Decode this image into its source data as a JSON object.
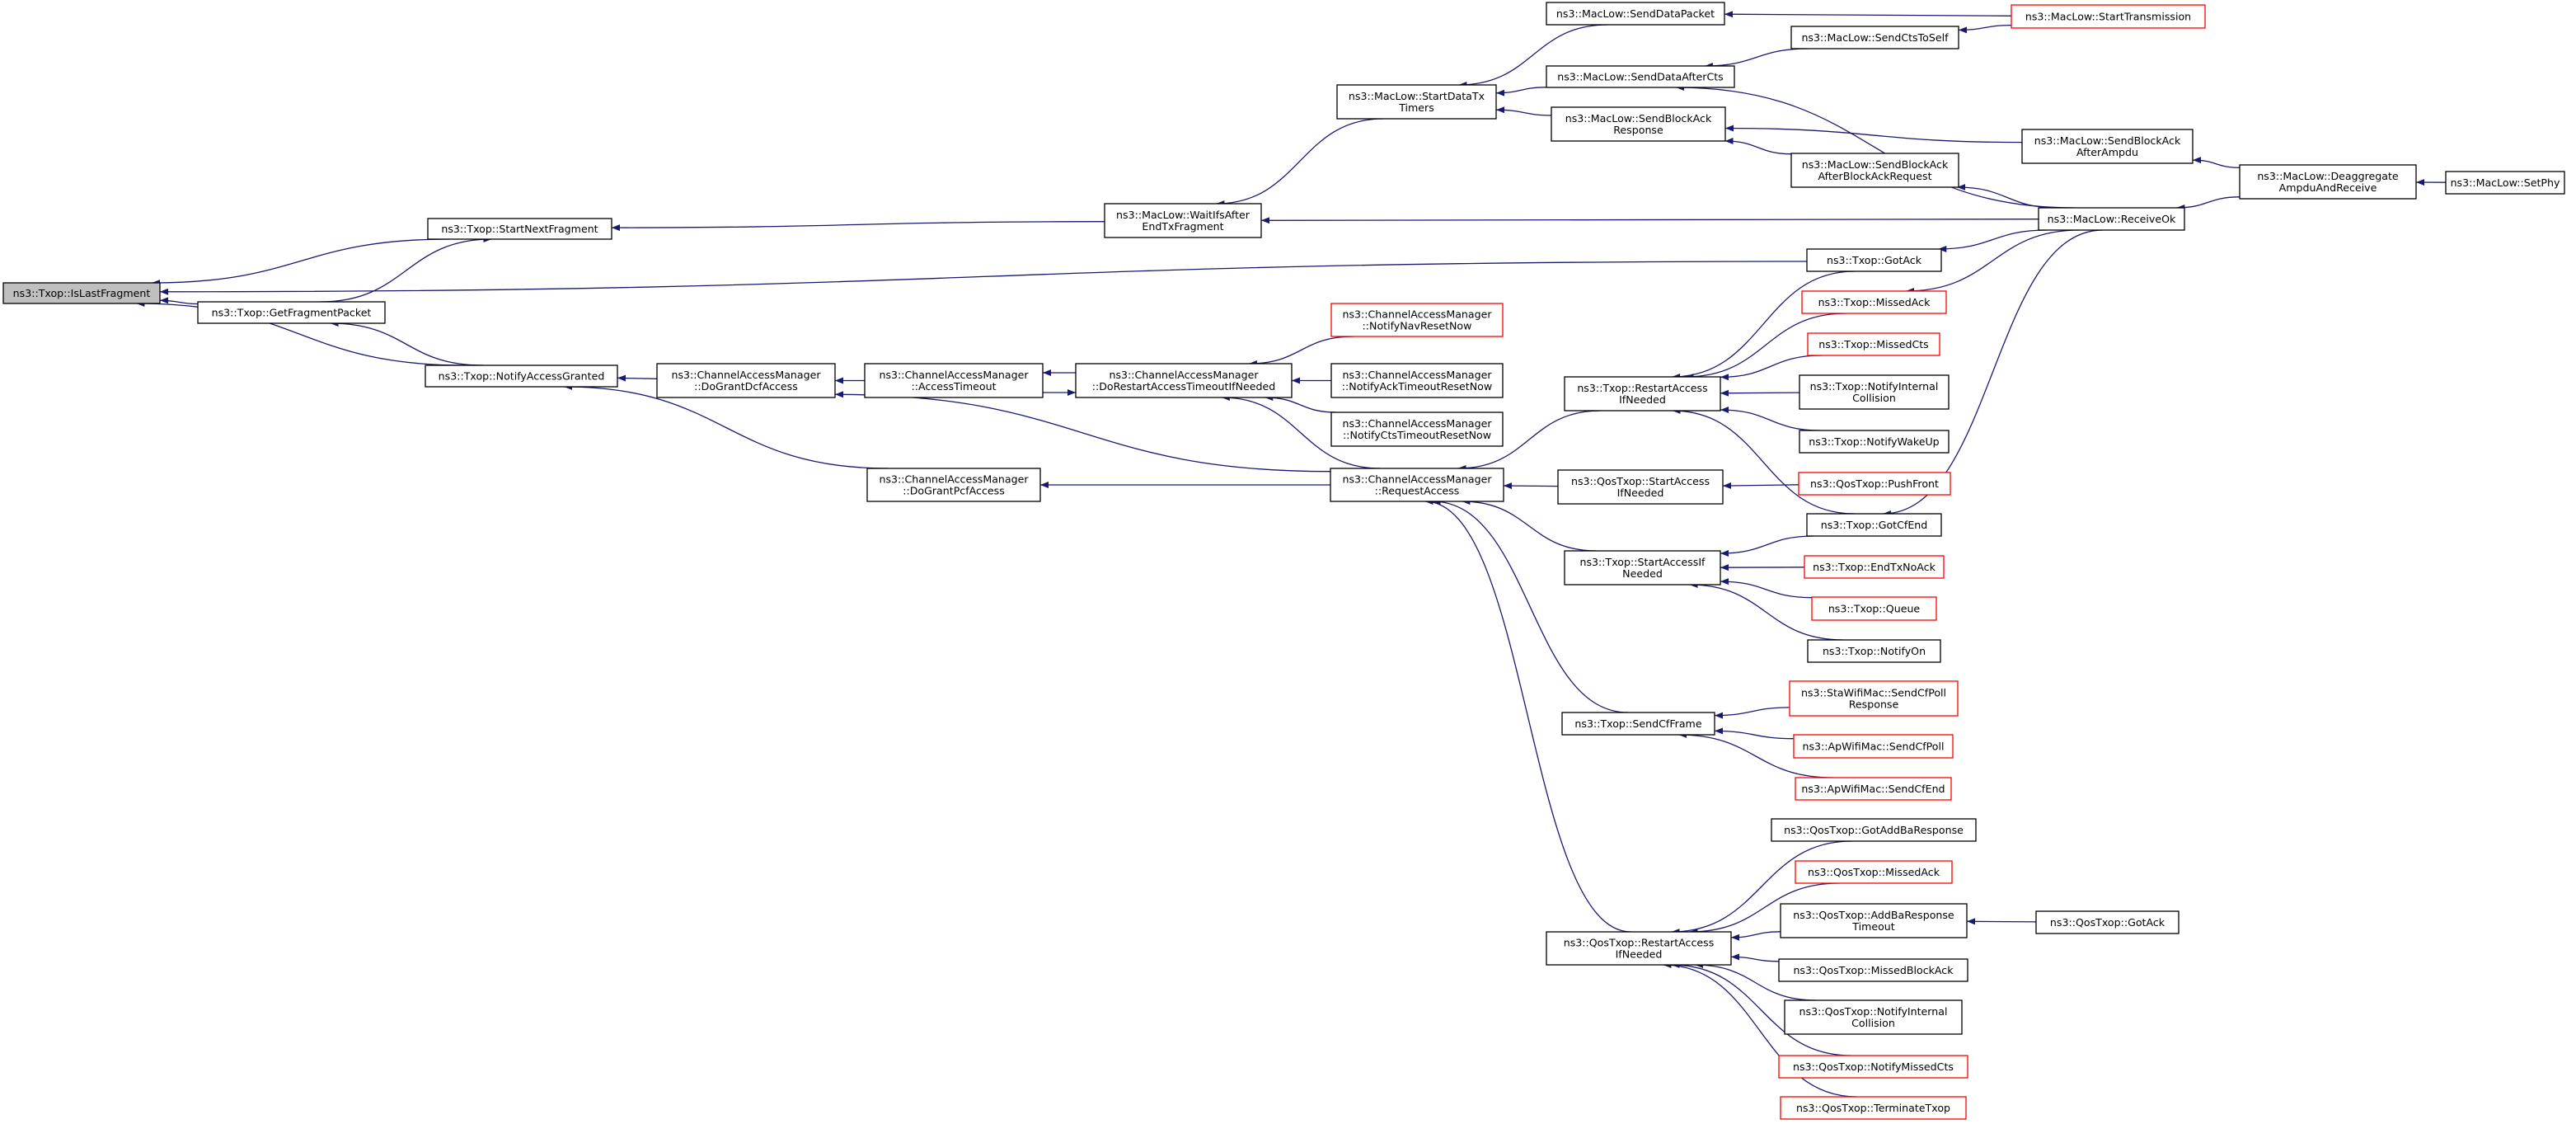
{
  "graph": {
    "kind": "caller-graph",
    "root": "n0",
    "colors": {
      "edge": "#191970",
      "root_fill": "#bfbfbf",
      "node_border": "#000000",
      "truncated_border": "#ff0000",
      "node_fill": "#ffffff"
    },
    "nodes": [
      {
        "id": "n0",
        "lines": [
          "ns3::Txop::IsLastFragment"
        ],
        "root": true,
        "truncated": false
      },
      {
        "id": "n1",
        "lines": [
          "ns3::Txop::StartNextFragment"
        ],
        "truncated": false
      },
      {
        "id": "n2",
        "lines": [
          "ns3::Txop::GetFragmentPacket"
        ],
        "truncated": false
      },
      {
        "id": "n3",
        "lines": [
          "ns3::Txop::NotifyAccessGranted"
        ],
        "truncated": false
      },
      {
        "id": "n4",
        "lines": [
          "ns3::ChannelAccessManager",
          "::DoGrantDcfAccess"
        ],
        "truncated": false
      },
      {
        "id": "n5",
        "lines": [
          "ns3::ChannelAccessManager",
          "::AccessTimeout"
        ],
        "truncated": false
      },
      {
        "id": "n6",
        "lines": [
          "ns3::ChannelAccessManager",
          "::DoRestartAccessTimeoutIfNeeded"
        ],
        "truncated": false
      },
      {
        "id": "n7",
        "lines": [
          "ns3::ChannelAccessManager",
          "::NotifyNavResetNow"
        ],
        "truncated": true
      },
      {
        "id": "n8",
        "lines": [
          "ns3::ChannelAccessManager",
          "::NotifyAckTimeoutResetNow"
        ],
        "truncated": false
      },
      {
        "id": "n9",
        "lines": [
          "ns3::ChannelAccessManager",
          "::NotifyCtsTimeoutResetNow"
        ],
        "truncated": false
      },
      {
        "id": "n10",
        "lines": [
          "ns3::ChannelAccessManager",
          "::DoGrantPcfAccess"
        ],
        "truncated": false
      },
      {
        "id": "n11",
        "lines": [
          "ns3::ChannelAccessManager",
          "::RequestAccess"
        ],
        "truncated": false
      },
      {
        "id": "n12",
        "lines": [
          "ns3::MacLow::WaitIfsAfter",
          "EndTxFragment"
        ],
        "truncated": false
      },
      {
        "id": "n13",
        "lines": [
          "ns3::MacLow::StartDataTx",
          "Timers"
        ],
        "truncated": false
      },
      {
        "id": "n14",
        "lines": [
          "ns3::MacLow::SendDataPacket"
        ],
        "truncated": false
      },
      {
        "id": "n15",
        "lines": [
          "ns3::MacLow::SendDataAfterCts"
        ],
        "truncated": false
      },
      {
        "id": "n16",
        "lines": [
          "ns3::MacLow::SendBlockAck",
          "Response"
        ],
        "truncated": false
      },
      {
        "id": "n17",
        "lines": [
          "ns3::MacLow::SendCtsToSelf"
        ],
        "truncated": false
      },
      {
        "id": "n18",
        "lines": [
          "ns3::MacLow::SendBlockAck",
          "AfterBlockAckRequest"
        ],
        "truncated": false
      },
      {
        "id": "n19",
        "lines": [
          "ns3::MacLow::StartTransmission"
        ],
        "truncated": true
      },
      {
        "id": "n20",
        "lines": [
          "ns3::MacLow::SendBlockAck",
          "AfterAmpdu"
        ],
        "truncated": false
      },
      {
        "id": "n21",
        "lines": [
          "ns3::MacLow::ReceiveOk"
        ],
        "truncated": false
      },
      {
        "id": "n22",
        "lines": [
          "ns3::MacLow::Deaggregate",
          "AmpduAndReceive"
        ],
        "truncated": false
      },
      {
        "id": "n23",
        "lines": [
          "ns3::MacLow::SetPhy"
        ],
        "truncated": false
      },
      {
        "id": "n24",
        "lines": [
          "ns3::Txop::GotAck"
        ],
        "truncated": false
      },
      {
        "id": "n25",
        "lines": [
          "ns3::Txop::RestartAccess",
          "IfNeeded"
        ],
        "truncated": false
      },
      {
        "id": "n26",
        "lines": [
          "ns3::Txop::MissedAck"
        ],
        "truncated": true
      },
      {
        "id": "n27",
        "lines": [
          "ns3::Txop::MissedCts"
        ],
        "truncated": true
      },
      {
        "id": "n28",
        "lines": [
          "ns3::Txop::NotifyInternal",
          "Collision"
        ],
        "truncated": false
      },
      {
        "id": "n29",
        "lines": [
          "ns3::Txop::NotifyWakeUp"
        ],
        "truncated": false
      },
      {
        "id": "n30",
        "lines": [
          "ns3::QosTxop::StartAccess",
          "IfNeeded"
        ],
        "truncated": false
      },
      {
        "id": "n31",
        "lines": [
          "ns3::QosTxop::PushFront"
        ],
        "truncated": true
      },
      {
        "id": "n32",
        "lines": [
          "ns3::Txop::GotCfEnd"
        ],
        "truncated": false
      },
      {
        "id": "n33",
        "lines": [
          "ns3::Txop::StartAccessIf",
          "Needed"
        ],
        "truncated": false
      },
      {
        "id": "n34",
        "lines": [
          "ns3::Txop::EndTxNoAck"
        ],
        "truncated": true
      },
      {
        "id": "n35",
        "lines": [
          "ns3::Txop::Queue"
        ],
        "truncated": true
      },
      {
        "id": "n36",
        "lines": [
          "ns3::Txop::NotifyOn"
        ],
        "truncated": false
      },
      {
        "id": "n37",
        "lines": [
          "ns3::Txop::SendCfFrame"
        ],
        "truncated": false
      },
      {
        "id": "n38",
        "lines": [
          "ns3::StaWifiMac::SendCfPoll",
          "Response"
        ],
        "truncated": true
      },
      {
        "id": "n39",
        "lines": [
          "ns3::ApWifiMac::SendCfPoll"
        ],
        "truncated": true
      },
      {
        "id": "n40",
        "lines": [
          "ns3::ApWifiMac::SendCfEnd"
        ],
        "truncated": true
      },
      {
        "id": "n41",
        "lines": [
          "ns3::QosTxop::RestartAccess",
          "IfNeeded"
        ],
        "truncated": false
      },
      {
        "id": "n42",
        "lines": [
          "ns3::QosTxop::GotAddBaResponse"
        ],
        "truncated": false
      },
      {
        "id": "n43",
        "lines": [
          "ns3::QosTxop::MissedAck"
        ],
        "truncated": true
      },
      {
        "id": "n44",
        "lines": [
          "ns3::QosTxop::AddBaResponse",
          "Timeout"
        ],
        "truncated": false
      },
      {
        "id": "n45",
        "lines": [
          "ns3::QosTxop::GotAck"
        ],
        "truncated": false
      },
      {
        "id": "n46",
        "lines": [
          "ns3::QosTxop::MissedBlockAck"
        ],
        "truncated": false
      },
      {
        "id": "n47",
        "lines": [
          "ns3::QosTxop::NotifyInternal",
          "Collision"
        ],
        "truncated": false
      },
      {
        "id": "n48",
        "lines": [
          "ns3::QosTxop::NotifyMissedCts"
        ],
        "truncated": true
      },
      {
        "id": "n49",
        "lines": [
          "ns3::QosTxop::TerminateTxop"
        ],
        "truncated": true
      }
    ],
    "edges": [
      {
        "from": "n1",
        "to": "n0"
      },
      {
        "from": "n2",
        "to": "n0"
      },
      {
        "from": "n3",
        "to": "n0"
      },
      {
        "from": "n24",
        "to": "n0"
      },
      {
        "from": "n2",
        "to": "n1"
      },
      {
        "from": "n12",
        "to": "n1"
      },
      {
        "from": "n3",
        "to": "n2"
      },
      {
        "from": "n4",
        "to": "n3"
      },
      {
        "from": "n10",
        "to": "n3"
      },
      {
        "from": "n5",
        "to": "n4"
      },
      {
        "from": "n11",
        "to": "n4"
      },
      {
        "from": "n6",
        "to": "n5"
      },
      {
        "from": "n5",
        "to": "n6"
      },
      {
        "from": "n7",
        "to": "n6"
      },
      {
        "from": "n8",
        "to": "n6"
      },
      {
        "from": "n9",
        "to": "n6"
      },
      {
        "from": "n11",
        "to": "n6"
      },
      {
        "from": "n11",
        "to": "n10"
      },
      {
        "from": "n25",
        "to": "n11"
      },
      {
        "from": "n30",
        "to": "n11"
      },
      {
        "from": "n33",
        "to": "n11"
      },
      {
        "from": "n37",
        "to": "n11"
      },
      {
        "from": "n41",
        "to": "n11"
      },
      {
        "from": "n13",
        "to": "n12"
      },
      {
        "from": "n21",
        "to": "n12"
      },
      {
        "from": "n14",
        "to": "n13"
      },
      {
        "from": "n15",
        "to": "n13"
      },
      {
        "from": "n16",
        "to": "n13"
      },
      {
        "from": "n19",
        "to": "n14"
      },
      {
        "from": "n17",
        "to": "n15"
      },
      {
        "from": "n21",
        "to": "n15"
      },
      {
        "from": "n19",
        "to": "n17"
      },
      {
        "from": "n18",
        "to": "n16"
      },
      {
        "from": "n20",
        "to": "n16"
      },
      {
        "from": "n21",
        "to": "n18"
      },
      {
        "from": "n22",
        "to": "n20"
      },
      {
        "from": "n22",
        "to": "n21"
      },
      {
        "from": "n23",
        "to": "n22"
      },
      {
        "from": "n21",
        "to": "n24"
      },
      {
        "from": "n24",
        "to": "n25"
      },
      {
        "from": "n26",
        "to": "n25"
      },
      {
        "from": "n27",
        "to": "n25"
      },
      {
        "from": "n28",
        "to": "n25"
      },
      {
        "from": "n29",
        "to": "n25"
      },
      {
        "from": "n32",
        "to": "n25"
      },
      {
        "from": "n21",
        "to": "n26"
      },
      {
        "from": "n31",
        "to": "n30"
      },
      {
        "from": "n21",
        "to": "n32"
      },
      {
        "from": "n32",
        "to": "n33"
      },
      {
        "from": "n34",
        "to": "n33"
      },
      {
        "from": "n35",
        "to": "n33"
      },
      {
        "from": "n36",
        "to": "n33"
      },
      {
        "from": "n38",
        "to": "n37"
      },
      {
        "from": "n39",
        "to": "n37"
      },
      {
        "from": "n40",
        "to": "n37"
      },
      {
        "from": "n42",
        "to": "n41"
      },
      {
        "from": "n43",
        "to": "n41"
      },
      {
        "from": "n44",
        "to": "n41"
      },
      {
        "from": "n46",
        "to": "n41"
      },
      {
        "from": "n47",
        "to": "n41"
      },
      {
        "from": "n48",
        "to": "n41"
      },
      {
        "from": "n49",
        "to": "n41"
      },
      {
        "from": "n45",
        "to": "n44"
      }
    ]
  }
}
